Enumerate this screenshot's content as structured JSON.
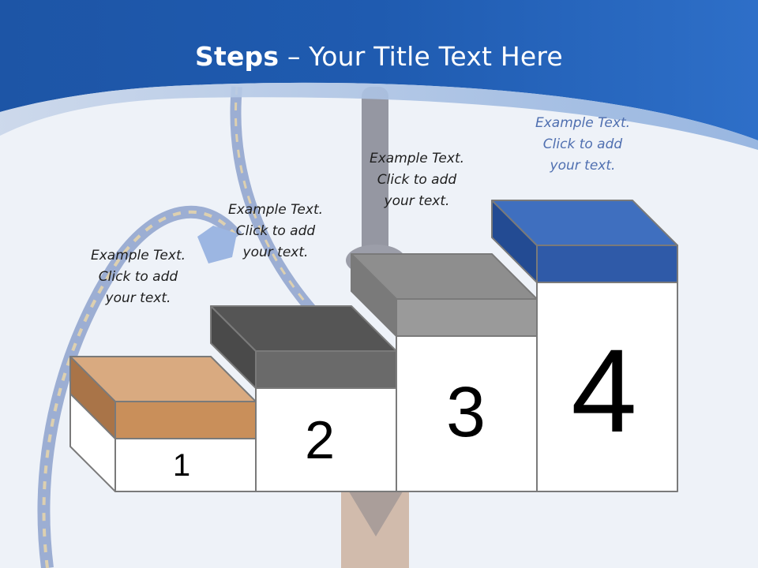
{
  "slide": {
    "title_bold": "Steps",
    "title_rest": " – Your Title Text Here"
  },
  "steps": [
    {
      "number": "1",
      "caption": "Example Text.\nClick  to add\nyour text.",
      "top_color": "#d9aa80",
      "front_color": "#c98f5a",
      "side_color": "#a97448"
    },
    {
      "number": "2",
      "caption": "Example Text.\nClick  to add\nyour text.",
      "top_color": "#555555",
      "front_color": "#6a6a6a",
      "side_color": "#4a4a4a"
    },
    {
      "number": "3",
      "caption": "Example Text.\nClick  to add\nyour text.",
      "top_color": "#8e8e8e",
      "front_color": "#9a9a9a",
      "side_color": "#7a7a7a"
    },
    {
      "number": "4",
      "caption": "Example Text.\nClick  to add\nyour text.",
      "top_color": "#3f6fbf",
      "front_color": "#2f5aa8",
      "side_color": "#234b93"
    }
  ],
  "colors": {
    "header_blue": "#2a63b4",
    "header_light": "#5b8fd6",
    "background": "#eef2f8"
  }
}
